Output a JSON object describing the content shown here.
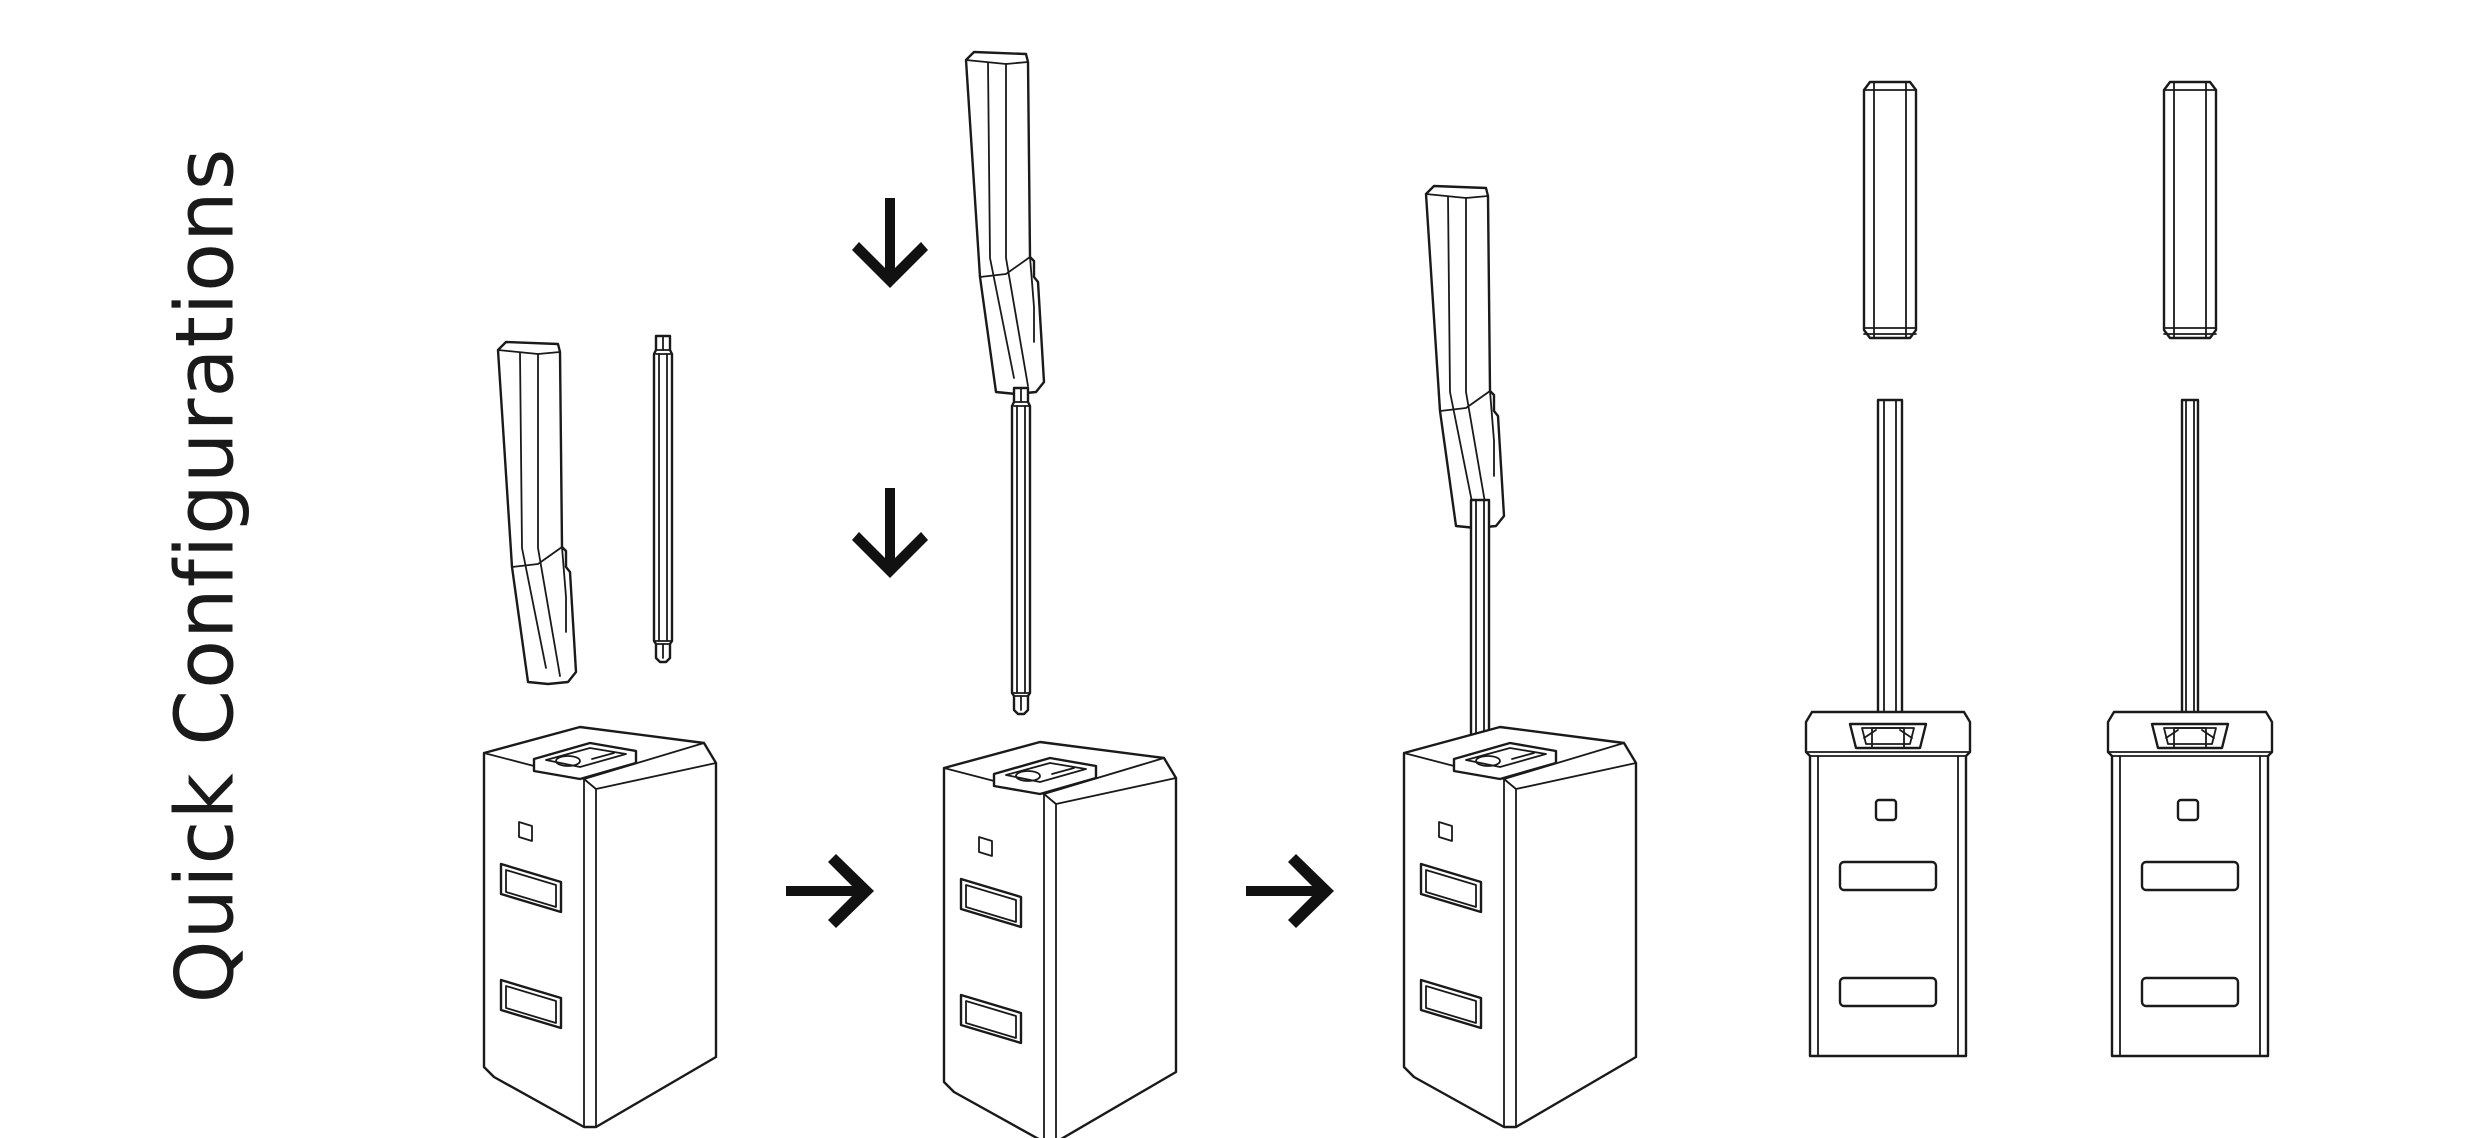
{
  "title": "Quick Configurations",
  "steps": [
    {
      "name": "parts-separated"
    },
    {
      "name": "insert-parts"
    },
    {
      "name": "assembled-side-view"
    },
    {
      "name": "assembled-front-view"
    },
    {
      "name": "assembled-front-view-narrow"
    }
  ],
  "icons": [
    "right-arrow-icon",
    "down-arrow-icon"
  ],
  "colors": {
    "line": "#1a1a1a",
    "background": "#ffffff"
  }
}
